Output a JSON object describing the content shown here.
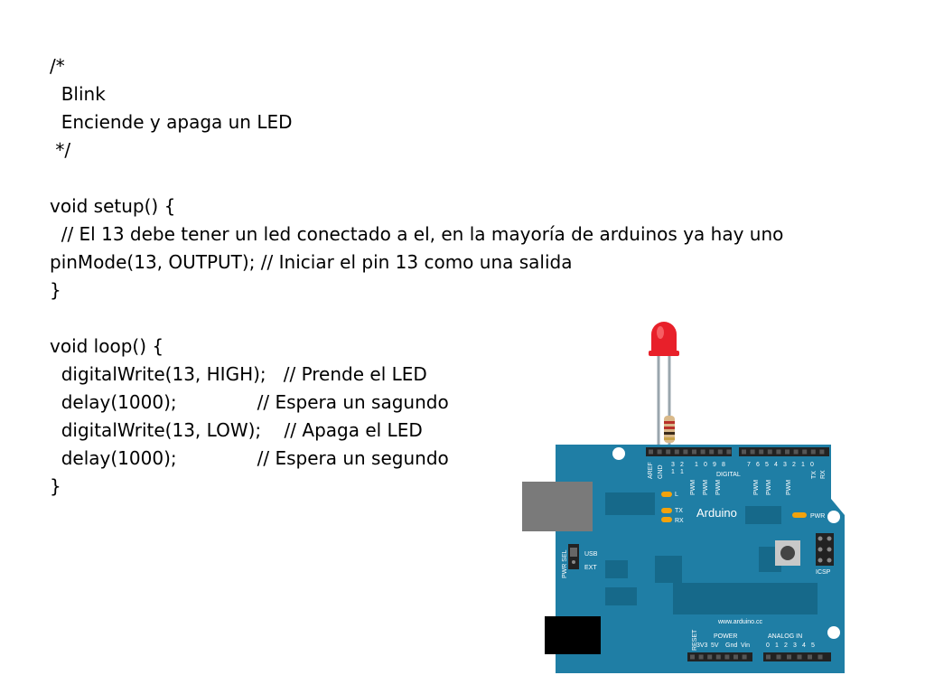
{
  "slide": {
    "code_lines": [
      "/*",
      "  Blink",
      "  Enciende y apaga un LED",
      " */",
      "",
      "void setup() {",
      "  // El 13 debe tener un led conectado a el, en la mayoría de arduinos ya hay uno",
      "pinMode(13, OUTPUT); // Iniciar el pin 13 como una salida",
      "}",
      "",
      "void loop() {",
      "  digitalWrite(13, HIGH);   // Prende el LED",
      "  delay(1000);              // Espera un sagundo",
      "  digitalWrite(13, LOW);    // Apaga el LED",
      "  delay(1000);              // Espera un segundo",
      "}"
    ]
  },
  "board": {
    "colors": {
      "board": "#1f7ea5",
      "board_dark": "#16698a",
      "usb": "#7a7a7a",
      "power_jack": "#000000",
      "led": "#e8202a",
      "header": "#222222",
      "wire": "#9aa6ad",
      "wire_blue": "#3d6fd1",
      "resistor": "#d9b98a",
      "indicator": "#f2a20c"
    },
    "logo": "Arduino",
    "website": "www.arduino.cc",
    "digital_label": "DIGITAL",
    "aref_label": "AREF",
    "gnd_label": "GND",
    "top_pin_numbers": [
      "3",
      "2",
      "1",
      "0",
      "9",
      "8",
      "7",
      "6",
      "5",
      "4",
      "3",
      "2",
      "1",
      "0"
    ],
    "top_pin_numbers_tens": [
      "1",
      "1",
      "1",
      "1"
    ],
    "pwm_label": "PWM",
    "tx_label": "TX",
    "rx_label": "RX",
    "led_l_label": "L",
    "led_tx_label": "TX",
    "led_rx_label": "RX",
    "pwr_label": "PWR",
    "icsp_label": "ICSP",
    "pwr_sel_label": "PWR SEL",
    "usb_label": "USB",
    "ext_label": "EXT",
    "reset_label": "RESET",
    "power_label": "POWER",
    "power_pins": [
      "3V3",
      "5V",
      "Gnd",
      "Vin"
    ],
    "analog_label": "ANALOG IN",
    "analog_pins": [
      "0",
      "1",
      "2",
      "3",
      "4",
      "5"
    ]
  }
}
